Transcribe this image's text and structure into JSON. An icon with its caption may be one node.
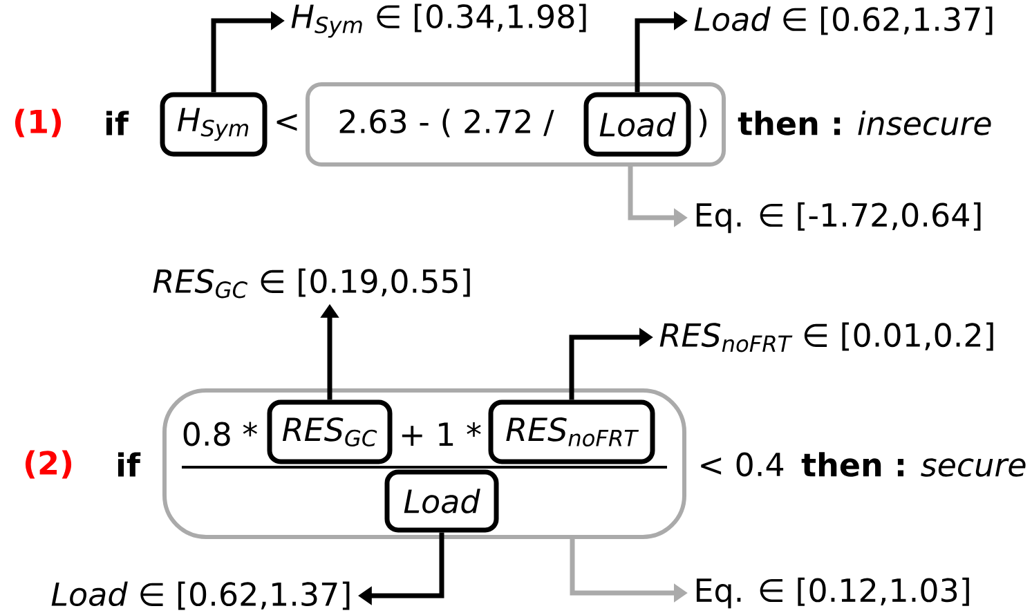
{
  "diagram": {
    "nodes": [
      {
        "text": [
          "H$_{Sym}$"
        ]
      },
      {
        "text": [
          "2.63 - ( 2.72 /",
          ")"
        ]
      },
      {
        "text": [
          "Load"
        ],
        "in": 1
      },
      {
        "text": [
          "*H$_{Sym}$* ∈ [0.34,1.98]"
        ]
      },
      {
        "text": [
          "*Load* ∈ [0.62,1.37]"
        ]
      },
      {
        "text": [
          "Eq. ∈ [-1.72,0.64]"
        ]
      },
      {
        "text": [
          "0.8 *",
          "+ 1 *"
        ]
      },
      {
        "text": [
          "RES$_{GC}$"
        ],
        "in": 6
      },
      {
        "text": [
          "RES$_{noFRT}$"
        ],
        "in": 6
      },
      {
        "text": [
          "Load"
        ],
        "in": 6
      },
      {
        "text": [
          "*RES$_{GC}$* ∈ [0.19,0.55]"
        ]
      },
      {
        "text": [
          "*RES$_{noFRT}$* ∈ [0.01,0.2]"
        ]
      },
      {
        "text": [
          "*Load* ∈ [0.62,1.37]"
        ]
      },
      {
        "text": [
          "Eq. ∈ [0.12,1.03]"
        ]
      }
    ],
    "edges": [
      {
        "from": 0,
        "to": 3,
        "arrow": "to"
      },
      {
        "from": 2,
        "to": 4,
        "arrow": "to"
      },
      {
        "from": 1,
        "to": 5,
        "arrow": "to",
        "color": "#aaaaaa"
      },
      {
        "from": 7,
        "to": 10,
        "arrow": "to"
      },
      {
        "from": 8,
        "to": 11,
        "arrow": "to"
      },
      {
        "from": 9,
        "to": 12,
        "arrow": "to"
      },
      {
        "from": 6,
        "to": 13,
        "arrow": "to",
        "color": "#aaaaaa"
      }
    ],
    "labels": [
      "(1)",
      "if",
      "<",
      "**then :** *insecure*",
      "(2)",
      "if",
      "< 0.4",
      "**then :** *secure*"
    ]
  }
}
